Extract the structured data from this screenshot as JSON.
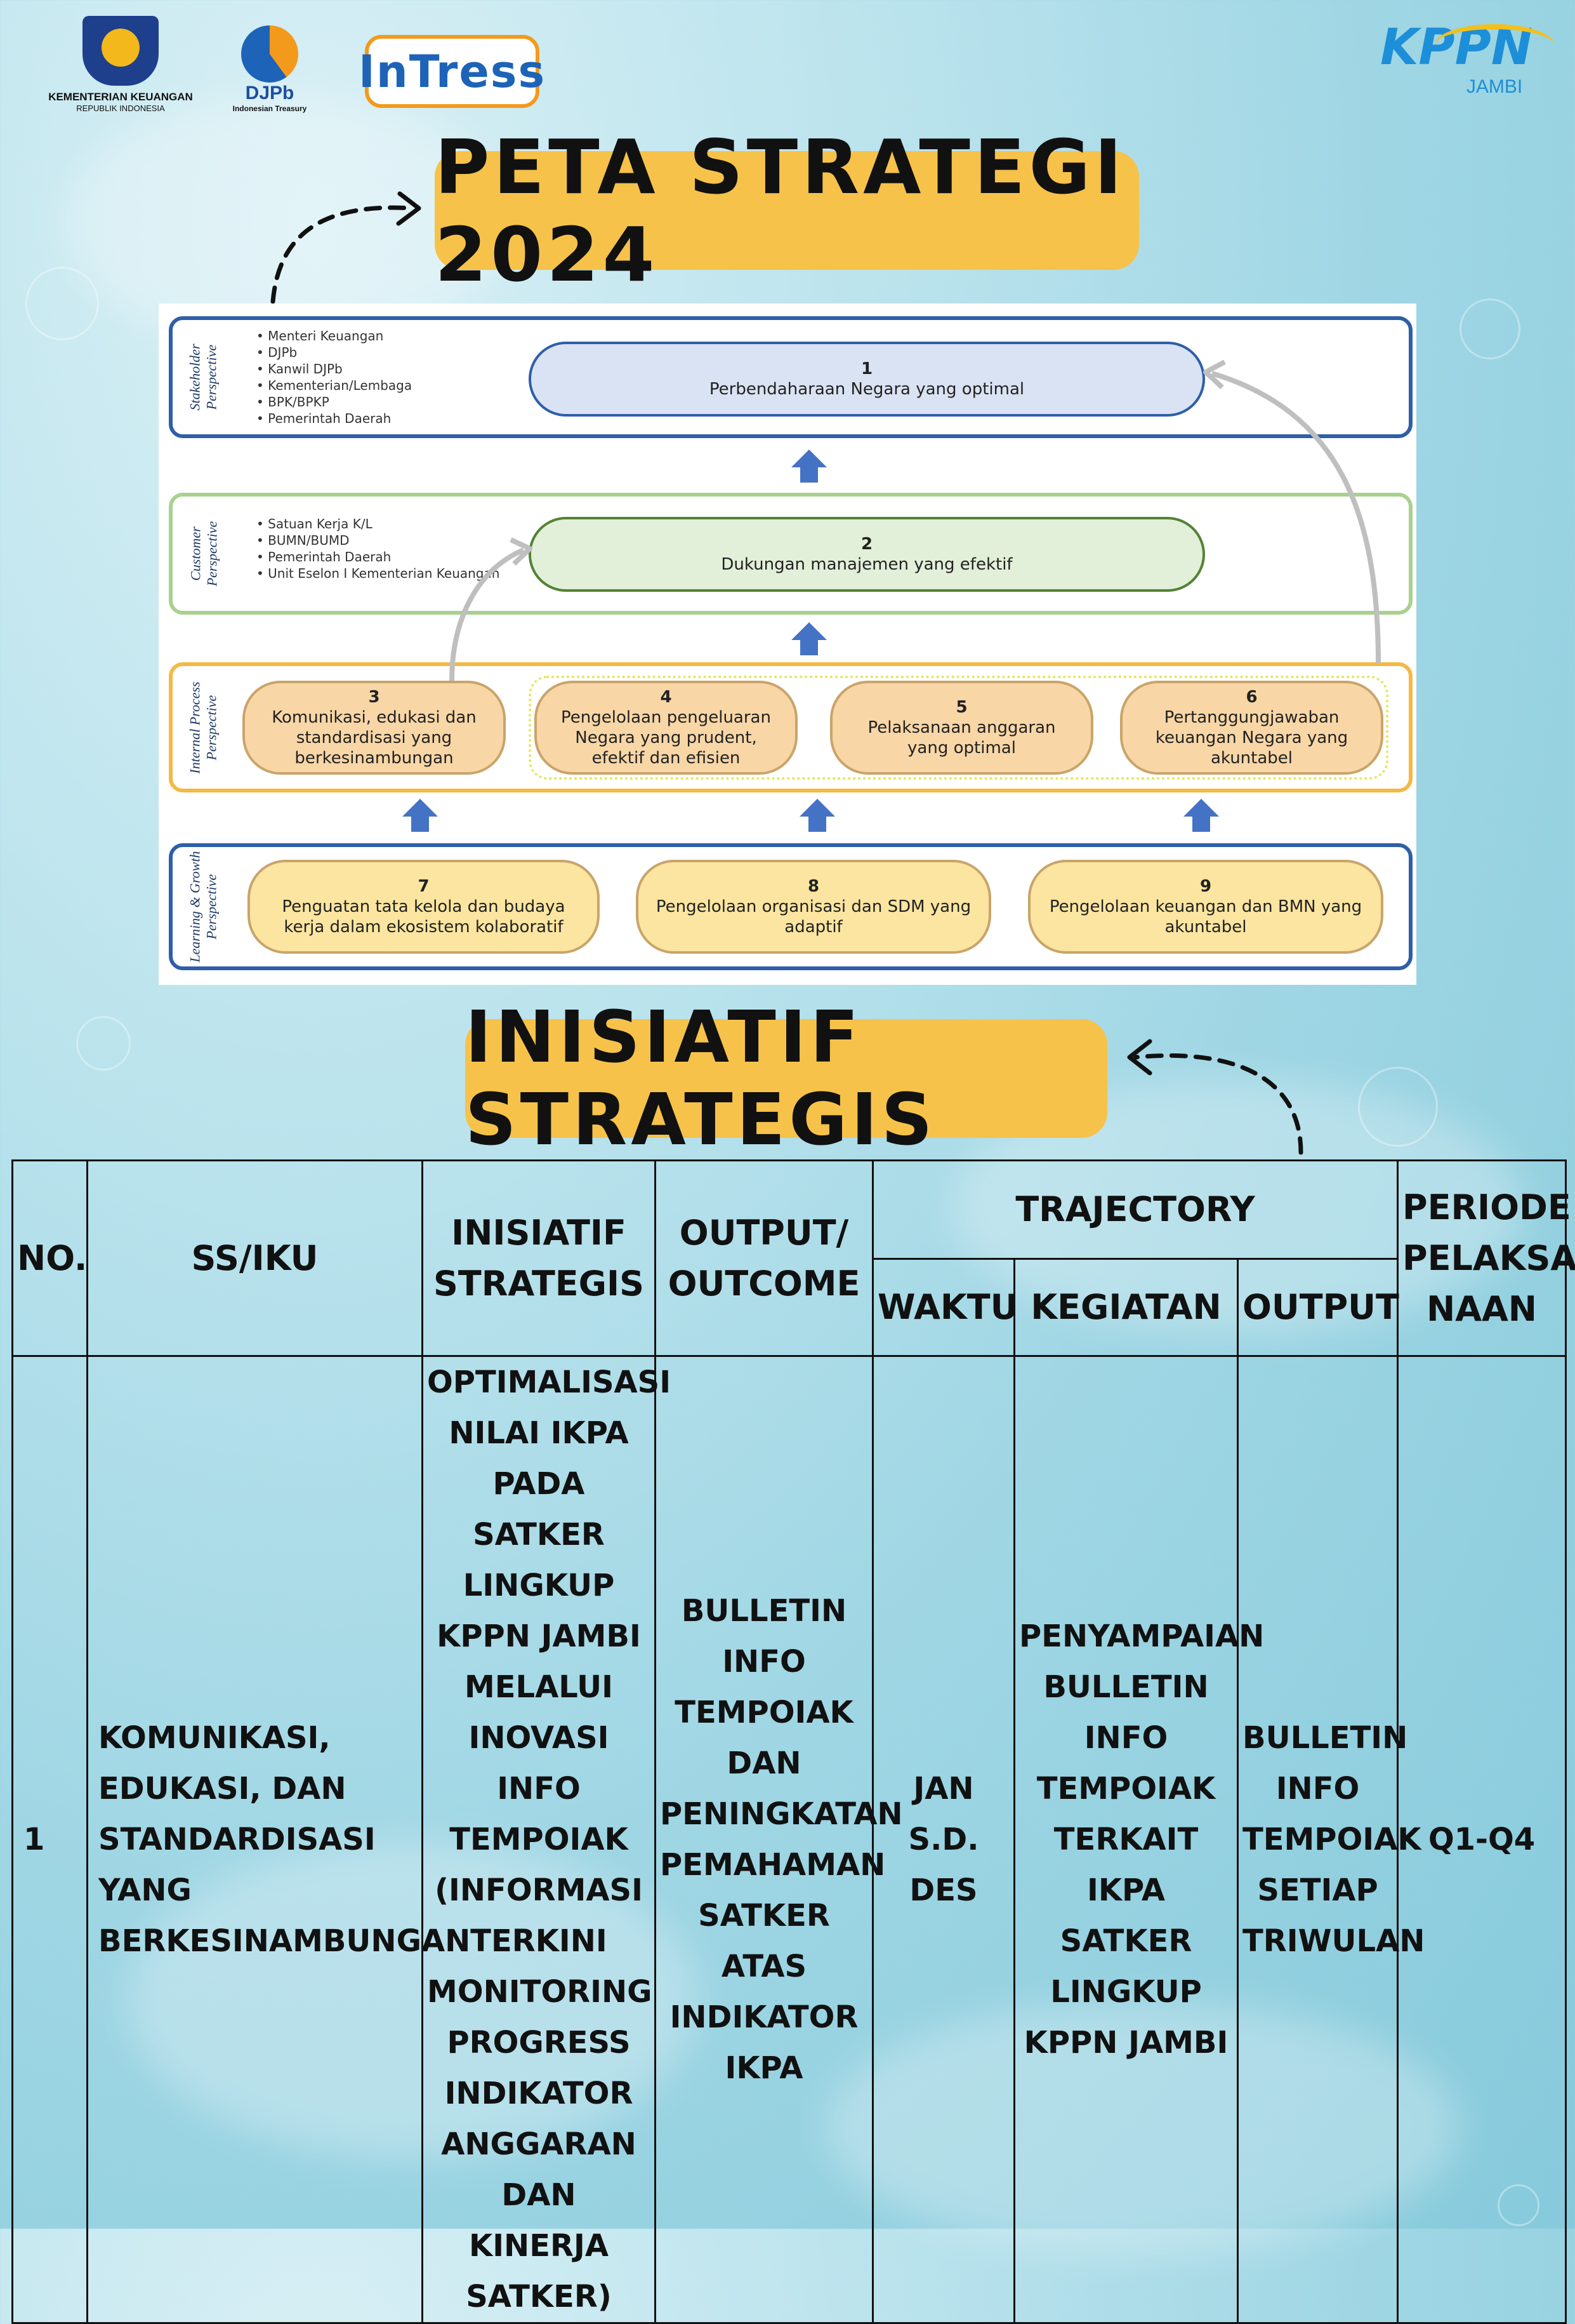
{
  "logos": {
    "kemenkeu": {
      "line1": "KEMENTERIAN KEUANGAN",
      "line2": "REPUBLIK INDONESIA"
    },
    "djpb": {
      "name": "DJPb",
      "tagline": "Indonesian Treasury"
    },
    "intress": "InTress",
    "kppn": {
      "name": "KPPN",
      "city": "JAMBI"
    }
  },
  "titles": {
    "strategy_map": "PETA STRATEGI 2024",
    "initiatives": "INISIATIF STRATEGIS"
  },
  "diagram": {
    "perspectives": [
      {
        "label_line1": "Stakeholder",
        "label_line2": "Perspective",
        "bullets": [
          "Menteri Keuangan",
          "DJPb",
          "Kanwil DJPb",
          "Kementerian/Lembaga",
          "BPK/BPKP",
          "Pemerintah Daerah"
        ]
      },
      {
        "label_line1": "Customer",
        "label_line2": "Perspective",
        "bullets": [
          "Satuan Kerja K/L",
          "BUMN/BUMD",
          "Pemerintah Daerah",
          "Unit Eselon I Kementerian Keuangan"
        ]
      },
      {
        "label_line1": "Internal Process",
        "label_line2": "Perspective",
        "bullets": []
      },
      {
        "label_line1": "Learning & Growth",
        "label_line2": "Perspective",
        "bullets": []
      }
    ],
    "nodes": [
      {
        "num": "1",
        "label": "Perbendaharaan Negara yang optimal"
      },
      {
        "num": "2",
        "label": "Dukungan manajemen yang efektif"
      },
      {
        "num": "3",
        "label": "Komunikasi, edukasi dan standardisasi yang berkesinambungan"
      },
      {
        "num": "4",
        "label": "Pengelolaan pengeluaran Negara yang prudent, efektif dan efisien"
      },
      {
        "num": "5",
        "label": "Pelaksanaan anggaran yang optimal"
      },
      {
        "num": "6",
        "label": "Pertanggungjawaban keuangan Negara yang akuntabel"
      },
      {
        "num": "7",
        "label": "Penguatan tata kelola dan budaya kerja dalam ekosistem kolaboratif"
      },
      {
        "num": "8",
        "label": "Pengelolaan organisasi dan SDM yang adaptif"
      },
      {
        "num": "9",
        "label": "Pengelolaan keuangan dan BMN yang akuntabel"
      }
    ],
    "colors": {
      "stakeholder_border": "#2e5fa8",
      "stakeholder_fill": "#dae3f3",
      "customer_border": "#a9d18e",
      "customer_node_border": "#548235",
      "customer_fill": "#e2efd9",
      "internal_border": "#f4b942",
      "internal_fill": "#f8d6a6",
      "internal_node_border": "#c9a46a",
      "learning_border": "#2e5fa8",
      "learning_fill": "#fbe5a0",
      "arrow": "#4472c4",
      "curve": "#bfbfbf"
    }
  },
  "table": {
    "headers": {
      "no": "NO.",
      "ss_iku": "SS/IKU",
      "initiative": "INISIATIF STRATEGIS",
      "output_outcome": "OUTPUT/ OUTCOME",
      "trajectory": "TRAJECTORY",
      "waktu": "WAKTU",
      "kegiatan": "KEGIATAN",
      "output": "OUTPUT",
      "periode": "PERIODE PELAKSA NAAN"
    },
    "rows": [
      {
        "no": "1",
        "ss_iku": "KOMUNIKASI, EDUKASI, DAN STANDARDISASI YANG BERKESINAMBUNGAN",
        "initiative": "OPTIMALISASI NILAI IKPA PADA SATKER LINGKUP KPPN JAMBI MELALUI INOVASI INFO TEMPOIAK (INFORMASI TERKINI MONITORING PROGRESS INDIKATOR ANGGARAN DAN KINERJA SATKER)",
        "output_outcome": "BULLETIN INFO TEMPOIAK DAN PENINGKATAN PEMAHAMAN SATKER ATAS INDIKATOR IKPA",
        "waktu": "JAN S.D. DES",
        "kegiatan": "PENYAMPAIAN BULLETIN INFO TEMPOIAK TERKAIT IKPA SATKER LINGKUP KPPN JAMBI",
        "output": "BULLETIN INFO TEMPOIAK SETIAP TRIWULAN",
        "periode": "Q1-Q4"
      }
    ]
  }
}
